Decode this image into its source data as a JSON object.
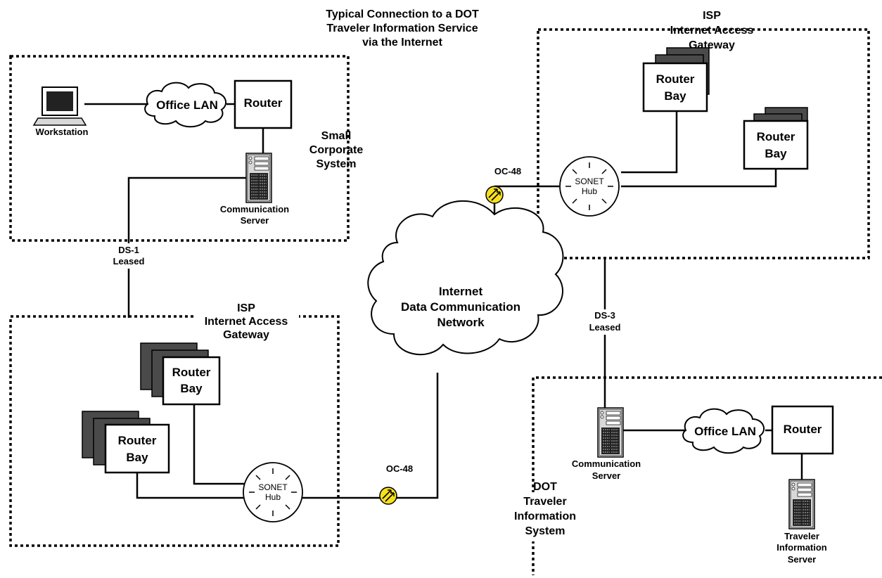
{
  "title": [
    "Typical Connection to a DOT",
    "Traveler Information Service",
    "via the Internet"
  ],
  "small_corp": {
    "label": [
      "Small",
      "Corporate",
      "System"
    ],
    "workstation": "Workstation",
    "office_lan": "Office LAN",
    "router": "Router",
    "comm_server": [
      "Communication",
      "Server"
    ]
  },
  "ds1": [
    "DS-1",
    "Leased"
  ],
  "isp_left": {
    "label": [
      "ISP",
      "Internet Access",
      "Gateway"
    ],
    "router_bay_1": [
      "Router",
      "Bay"
    ],
    "router_bay_2": [
      "Router",
      "Bay"
    ],
    "sonet_hub": [
      "SONET",
      "Hub"
    ]
  },
  "oc48_bottom": "OC-48",
  "internet": [
    "Internet",
    "Data Communication",
    "Network"
  ],
  "oc48_top": "OC-48",
  "isp_right": {
    "label": [
      "ISP",
      "Internet Access",
      "Gateway"
    ],
    "router_bay_1": [
      "Router",
      "Bay"
    ],
    "router_bay_2": [
      "Router",
      "Bay"
    ],
    "sonet_hub": [
      "SONET",
      "Hub"
    ]
  },
  "ds3": [
    "DS-3",
    "Leased"
  ],
  "dot": {
    "label": [
      "DOT",
      "Traveler",
      "Information",
      "System"
    ],
    "comm_server": [
      "Communication",
      "Server"
    ],
    "office_lan": "Office LAN",
    "router": "Router",
    "traveler_server": [
      "Traveler",
      "Information",
      "Server"
    ]
  }
}
